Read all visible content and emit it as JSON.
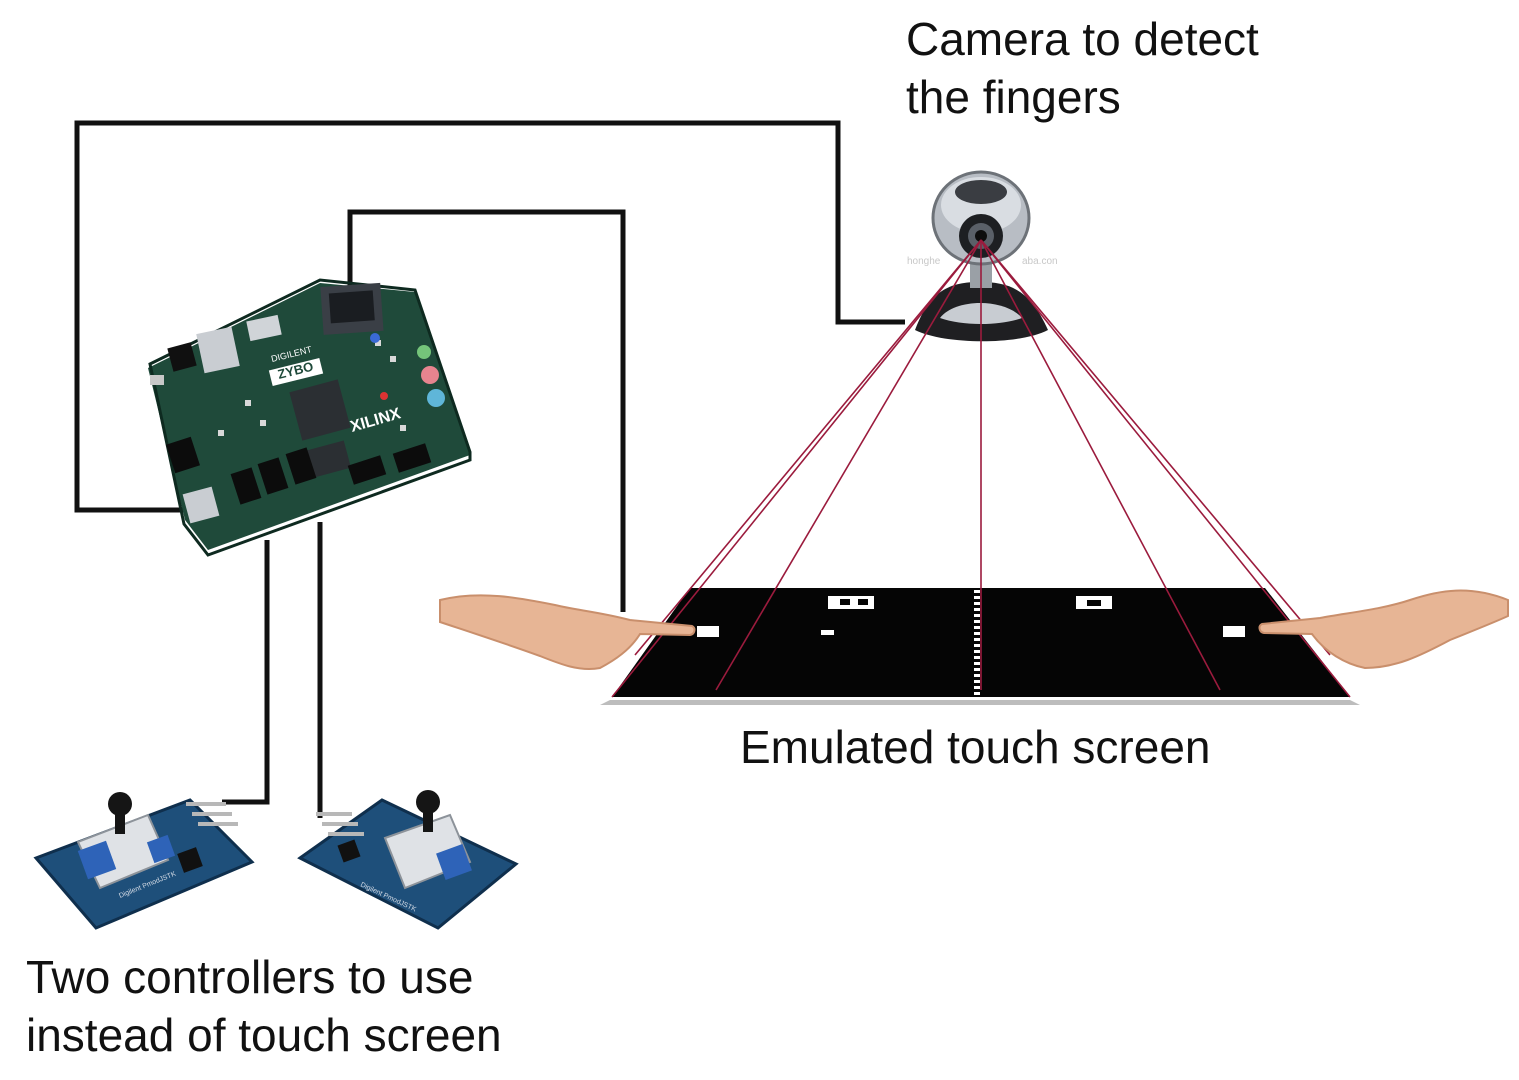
{
  "labels": {
    "camera": [
      "Camera to detect",
      "the fingers"
    ],
    "touch_screen": "Emulated touch screen",
    "controllers": [
      "Two controllers to use",
      "instead of touch screen"
    ]
  },
  "board": {
    "brand": "DIGILENT",
    "model": "ZYBO",
    "chip_vendor": "XILINX"
  },
  "camera_watermark": "honghe",
  "watermark_suffix": "aba.con",
  "game": {
    "left_score_glyph": "3",
    "right_score_glyph": "0"
  },
  "controller_text": "Digilent PmodJSTK",
  "colors": {
    "wire": "#111111",
    "sight_line": "#9b1b3d",
    "board_pcb": "#1f4a3a",
    "controller_pcb": "#1e4f7a",
    "screen_bg": "#050505",
    "skin": "#e7b595"
  }
}
